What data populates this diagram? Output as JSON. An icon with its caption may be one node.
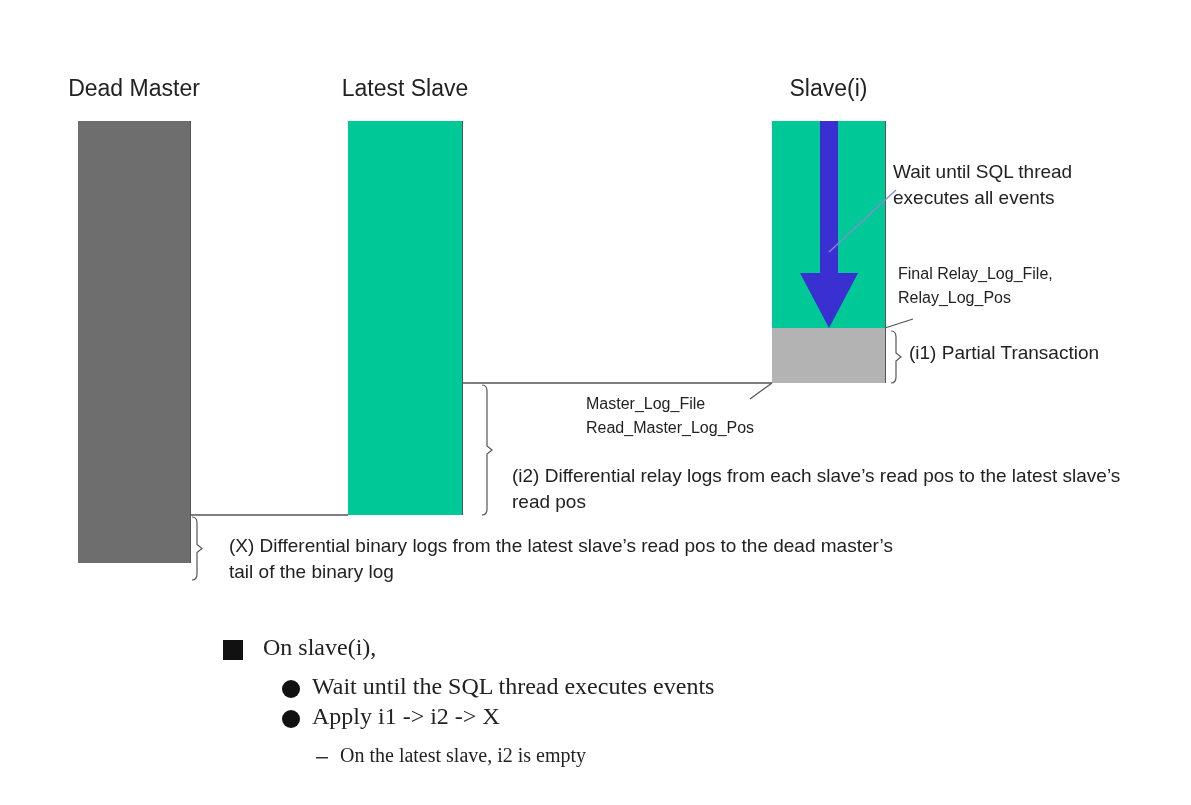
{
  "diagram": {
    "nodes": [
      {
        "text": [
          "Dead Master"
        ]
      },
      {
        "text": [
          "Latest Slave"
        ]
      },
      {
        "text": [
          "Slave(i)"
        ]
      },
      {
        "text": [],
        "shape": "bar",
        "in": 2
      },
      {
        "text": [
          "Wait until SQL thread executes all events"
        ]
      },
      {
        "text": [],
        "shape": "arrow",
        "in": 2
      },
      {
        "text": [
          "Final Relay_Log_File, Relay_Log_Pos"
        ]
      },
      {
        "text": [
          "Master_Log_File Read_Master_Log_Pos"
        ]
      }
    ],
    "edges": [
      {
        "from": 0,
        "to": 1,
        "arrow": "none"
      },
      {
        "from": 1,
        "to": 3,
        "arrow": "none"
      },
      {
        "from": 4,
        "to": 5,
        "arrow": "none",
        "color": "#8a8ad8"
      },
      {
        "from": 6,
        "to": 3,
        "arrow": "none"
      },
      {
        "from": 7,
        "to": 3,
        "arrow": "none"
      }
    ],
    "labels": [
      "(i1) Partial Transaction",
      "(i2) Differential relay logs from each slave’s read pos to the latest slave’s read pos",
      "(X) Differential binary logs from the latest slave’s read pos to the dead master’s tail of the binary log",
      "On slave(i),",
      "Wait until the SQL thread executes events",
      "Apply i1 -> i2 -> X",
      "On the latest slave, i2 is empty"
    ]
  }
}
